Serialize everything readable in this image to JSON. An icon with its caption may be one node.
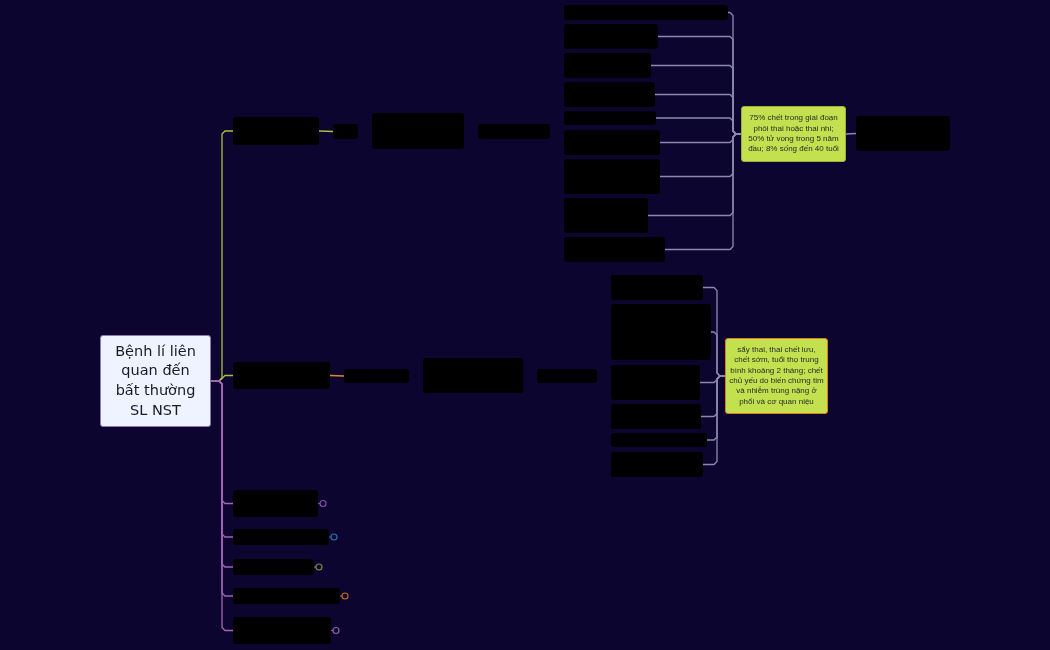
{
  "diagram": {
    "nodes": [
      {
        "text": [
          "Bệnh lí liên quan đến bất thường SL NST"
        ]
      },
      {
        "text": [],
        "shape": "box"
      },
      {
        "text": [],
        "shape": "box"
      },
      {
        "text": [],
        "shape": "box"
      },
      {
        "text": [],
        "shape": "box"
      },
      {
        "text": [],
        "shape": "box"
      },
      {
        "text": [],
        "shape": "box"
      },
      {
        "text": [],
        "shape": "box"
      },
      {
        "text": [],
        "shape": "box"
      },
      {
        "text": [],
        "shape": "box"
      },
      {
        "text": [],
        "shape": "box"
      },
      {
        "text": [],
        "shape": "box"
      },
      {
        "text": [],
        "shape": "box"
      },
      {
        "text": [],
        "shape": "box"
      },
      {
        "text": [
          "75% chết trong giai đoạn phôi thai hoặc thai nhi; 50% tử vong trong 5 năm đầu; 8% sống đến 40 tuổi"
        ]
      },
      {
        "text": [],
        "shape": "box"
      },
      {
        "text": [],
        "shape": "box"
      },
      {
        "text": [],
        "shape": "box"
      },
      {
        "text": [],
        "shape": "box"
      },
      {
        "text": [],
        "shape": "box"
      },
      {
        "text": [],
        "shape": "box"
      },
      {
        "text": [],
        "shape": "box"
      },
      {
        "text": [],
        "shape": "box"
      },
      {
        "text": [],
        "shape": "box"
      },
      {
        "text": [],
        "shape": "box"
      },
      {
        "text": [],
        "shape": "box"
      },
      {
        "text": [
          "sẩy thai, thai chết lưu, chết sớm, tuổi thọ trung bình khoảng 2 tháng; chết chủ yếu do biến chứng tim và nhiễm trùng nặng ở phổi và cơ quan niệu"
        ]
      },
      {
        "text": [],
        "shape": "box"
      },
      {
        "text": [],
        "shape": "box"
      },
      {
        "text": [],
        "shape": "box"
      },
      {
        "text": [],
        "shape": "box"
      },
      {
        "text": [],
        "shape": "box"
      }
    ],
    "edges": [
      {
        "from": 0,
        "to": 1,
        "arrow": "none",
        "color": "#a9c23f"
      },
      {
        "from": 0,
        "to": 16,
        "arrow": "none",
        "color": "#a9c23f"
      },
      {
        "from": 0,
        "to": 27,
        "arrow": "none",
        "color": "#a763b5"
      },
      {
        "from": 0,
        "to": 28,
        "arrow": "none",
        "color": "#a763b5"
      },
      {
        "from": 0,
        "to": 29,
        "arrow": "none",
        "color": "#a763b5"
      },
      {
        "from": 0,
        "to": 30,
        "arrow": "none",
        "color": "#a763b5"
      },
      {
        "from": 0,
        "to": 31,
        "arrow": "none",
        "color": "#a763b5"
      },
      {
        "from": 1,
        "to": 2,
        "arrow": "none",
        "color": "#a9c23f"
      },
      {
        "from": 5,
        "to": 14,
        "arrow": "none"
      },
      {
        "from": 6,
        "to": 14,
        "arrow": "none"
      },
      {
        "from": 7,
        "to": 14,
        "arrow": "none"
      },
      {
        "from": 8,
        "to": 14,
        "arrow": "none"
      },
      {
        "from": 9,
        "to": 14,
        "arrow": "none"
      },
      {
        "from": 10,
        "to": 14,
        "arrow": "none"
      },
      {
        "from": 11,
        "to": 14,
        "arrow": "none"
      },
      {
        "from": 12,
        "to": 14,
        "arrow": "none"
      },
      {
        "from": 13,
        "to": 14,
        "arrow": "none"
      },
      {
        "from": 14,
        "to": 15,
        "arrow": "none"
      },
      {
        "from": 16,
        "to": 17,
        "arrow": "none",
        "color": "#e08a20"
      },
      {
        "from": 20,
        "to": 26,
        "arrow": "none"
      },
      {
        "from": 21,
        "to": 26,
        "arrow": "none"
      },
      {
        "from": 22,
        "to": 26,
        "arrow": "none"
      },
      {
        "from": 23,
        "to": 26,
        "arrow": "none"
      },
      {
        "from": 24,
        "to": 26,
        "arrow": "none"
      },
      {
        "from": 25,
        "to": 26,
        "arrow": "none"
      }
    ]
  }
}
